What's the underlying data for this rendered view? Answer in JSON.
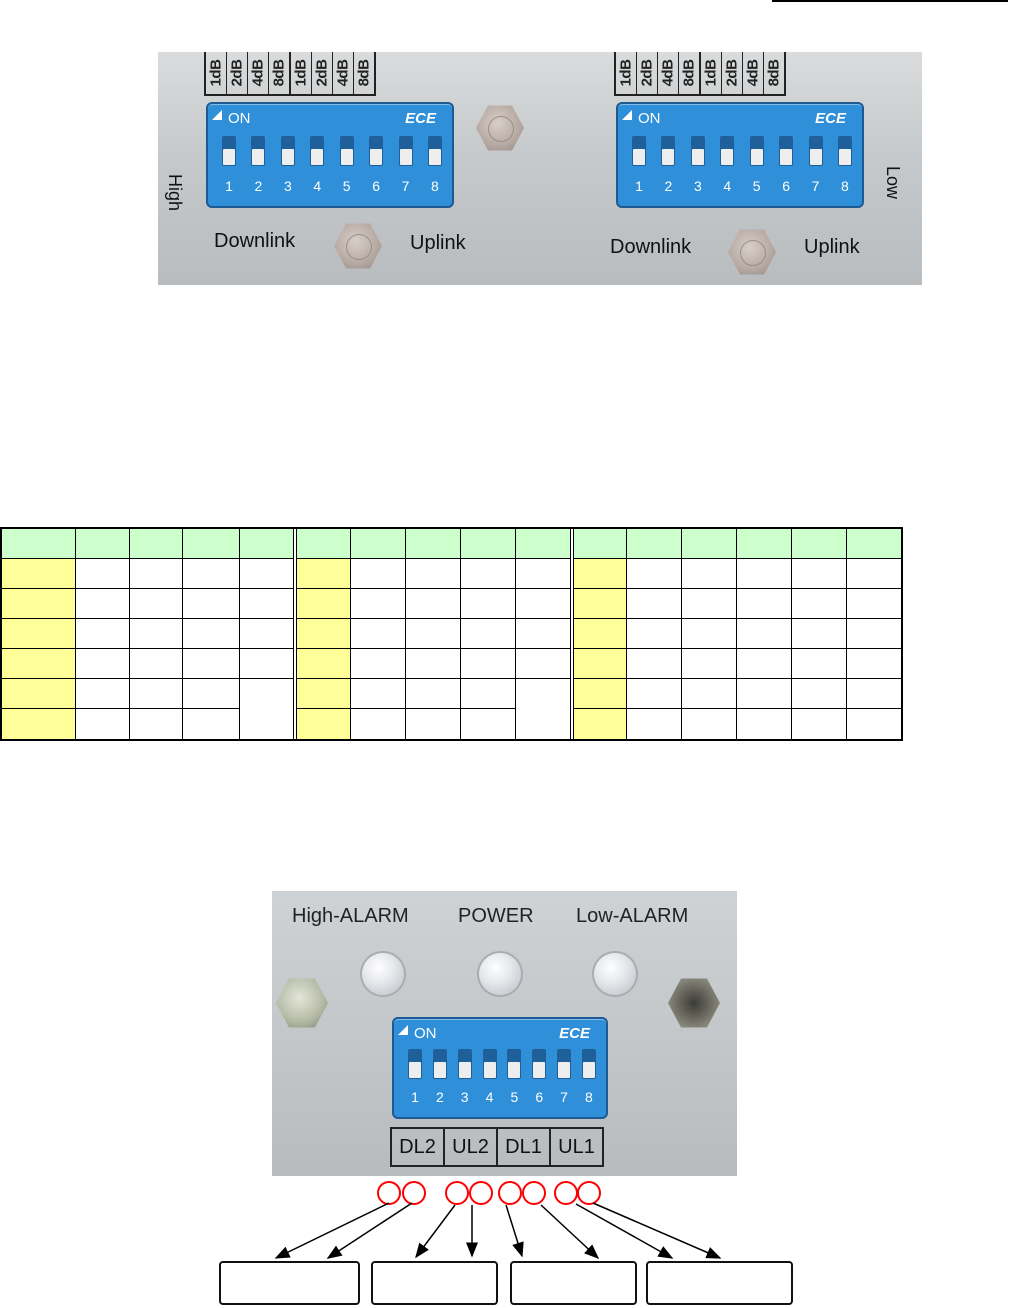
{
  "panel_high_low": {
    "attenuation_labels": [
      "1dB",
      "2dB",
      "4dB",
      "8dB",
      "1dB",
      "2dB",
      "4dB",
      "8dB"
    ],
    "high_label": "High",
    "low_label": "Low",
    "dip_on_label": "ON",
    "dip_brand": "ECE",
    "dip_numbers": [
      "1",
      "2",
      "3",
      "4",
      "5",
      "6",
      "7",
      "8"
    ],
    "downlink_label": "Downlink",
    "uplink_label": "Uplink"
  },
  "attenuation_table": {
    "groups": 3,
    "columns_per_group": [
      5,
      5,
      6
    ],
    "rows": 7
  },
  "panel_alarm": {
    "high_alarm_label": "High-ALARM",
    "power_label": "POWER",
    "low_alarm_label": "Low-ALARM",
    "dip_on_label": "ON",
    "dip_brand": "ECE",
    "dip_numbers": [
      "1",
      "2",
      "3",
      "4",
      "5",
      "6",
      "7",
      "8"
    ],
    "pad_labels": [
      "DL2",
      "UL2",
      "DL1",
      "UL1"
    ]
  },
  "colors": {
    "table_header": "#ccffcc",
    "table_side": "#ffff99",
    "dip_blue": "#2f8fd9",
    "highlight_circle": "#ff0000"
  }
}
